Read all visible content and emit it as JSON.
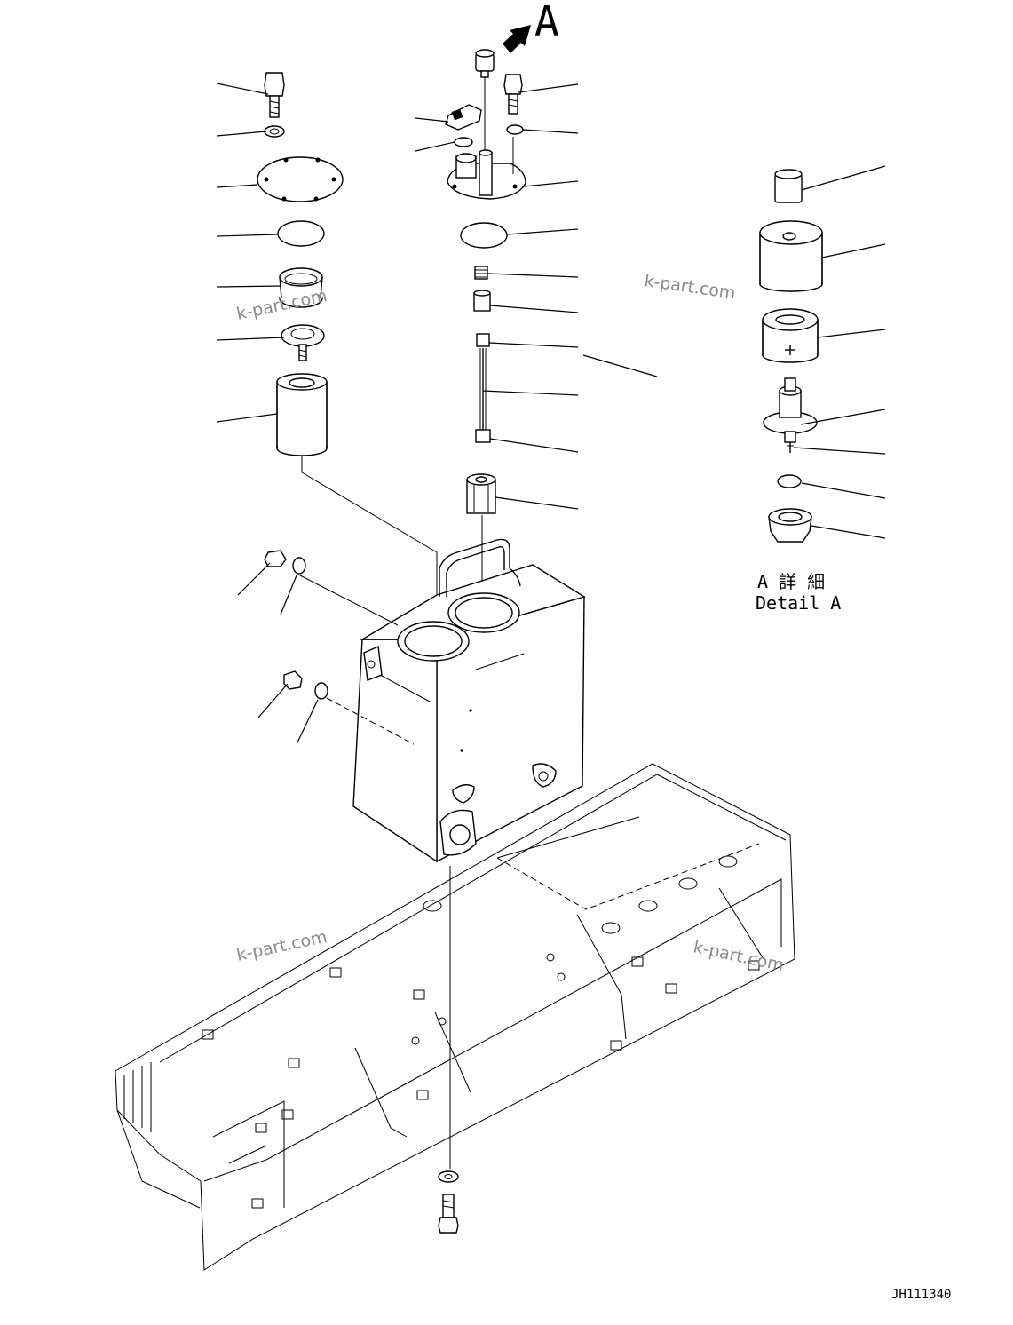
{
  "view_label": "A",
  "detail_title_jp": "A 詳 細",
  "detail_title_en": "Detail A",
  "drawing_number": "JH111340",
  "watermark": "k-part.com"
}
